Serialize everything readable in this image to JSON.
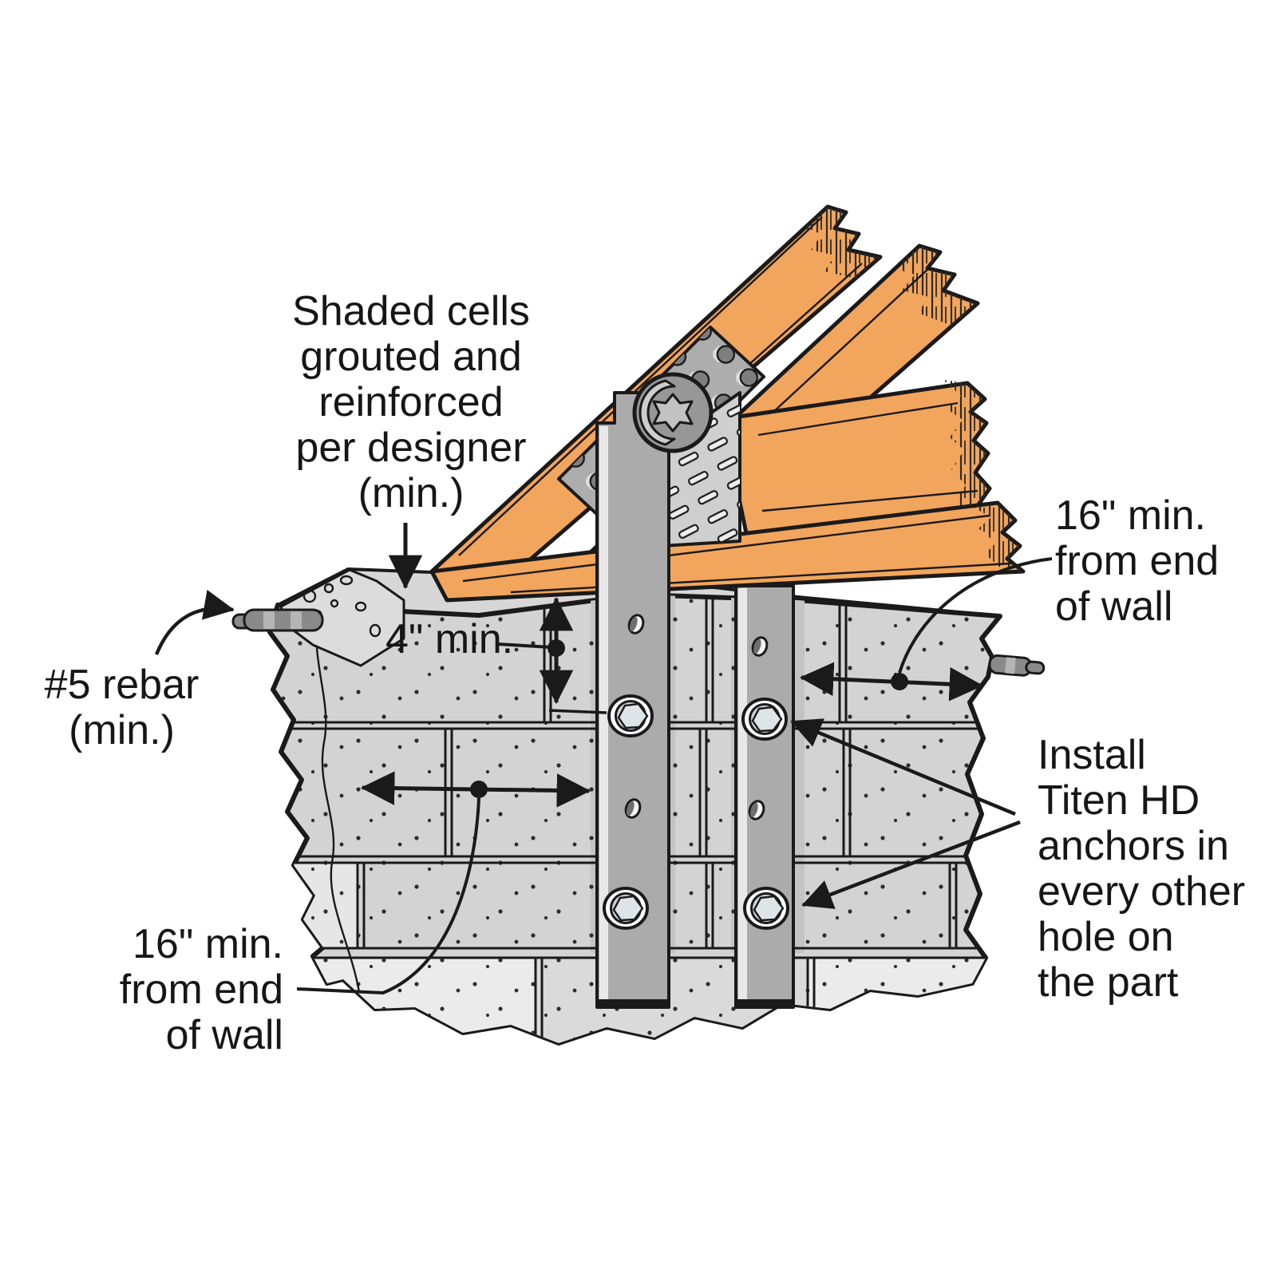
{
  "labels": {
    "shaded_cells": "Shaded cells\ngrouted and\nreinforced\nper designer\n(min.)",
    "four_min": "4\" min.",
    "rebar": "#5 rebar\n(min.)",
    "end_distance_right": "16\" min.\nfrom end\nof wall",
    "install_titen": "Install\nTiten HD\nanchors in\nevery other\nhole on\nthe part",
    "end_distance_bottom": "16\" min.\nfrom end\nof wall"
  },
  "colors": {
    "background": "#ffffff",
    "outline": "#1a1a1a",
    "wood": "#f2a55c",
    "wall": "#d3d3d3",
    "wall_top": "#d7d7d7",
    "wall_shaded_cell": "#c4c4c4",
    "wall_light_cell": "#ebebeb",
    "grout": "#dcdcdc",
    "steel": "#ababab",
    "steel_dark": "#979797",
    "steel_highlight": "#e8e8e8",
    "plate": "#adadad",
    "nail_plate": "#cfcfcf",
    "bolt_head": "#dde5e9",
    "washer": "#ffffff"
  }
}
